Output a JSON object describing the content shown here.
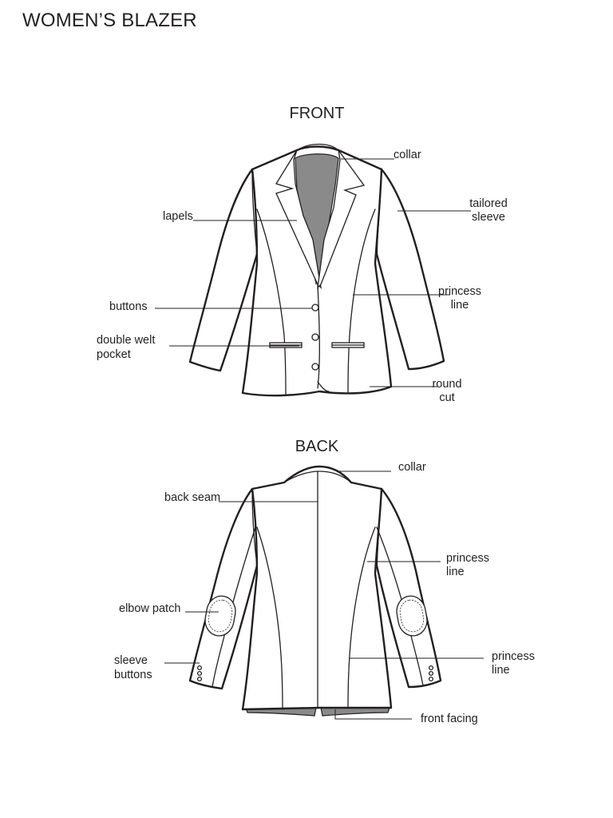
{
  "title": "WOMEN’S BLAZER",
  "front": {
    "heading": "FRONT",
    "labels": {
      "collar": "collar",
      "tailored_sleeve_1": "tailored",
      "tailored_sleeve_2": "sleeve",
      "lapels": "lapels",
      "buttons": "buttons",
      "princess_line_1": "princess",
      "princess_line_2": "line",
      "double_welt_pocket_1": "double welt",
      "double_welt_pocket_2": "pocket",
      "round_cut_1": "round",
      "round_cut_2": "cut"
    }
  },
  "back": {
    "heading": "BACK",
    "labels": {
      "collar": "collar",
      "back_seam": "back seam",
      "princess_line_upper_1": "princess",
      "princess_line_upper_2": "line",
      "elbow_patch": "elbow patch",
      "sleeve_buttons_1": "sleeve",
      "sleeve_buttons_2": "buttons",
      "princess_line_lower_1": "princess",
      "princess_line_lower_2": "line",
      "front_facing": "front facing"
    }
  },
  "colors": {
    "ink": "#231f20",
    "lining": "#8a8a8a",
    "background": "#ffffff"
  }
}
